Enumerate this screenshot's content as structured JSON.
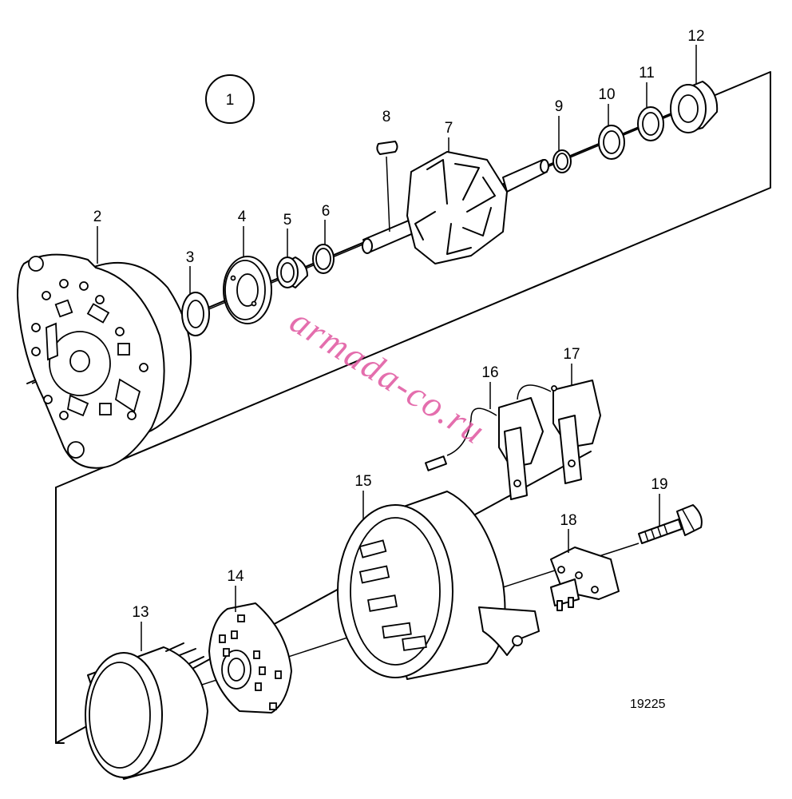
{
  "group_badge": "1",
  "figure_number": "19225",
  "watermark": "armada-co.ru",
  "callouts": {
    "c1": "2",
    "c2": "3",
    "c3": "4",
    "c4": "5",
    "c5": "6",
    "c6": "7",
    "c7": "8",
    "c8": "9",
    "c9": "10",
    "c10": "11",
    "c11": "12",
    "c12": "13",
    "c13": "14",
    "c14": "15",
    "c15": "16",
    "c16": "17",
    "c17": "18",
    "c18": "19"
  },
  "colors": {
    "line": "#000000",
    "watermark": "#e0559f",
    "background": "#ffffff"
  }
}
